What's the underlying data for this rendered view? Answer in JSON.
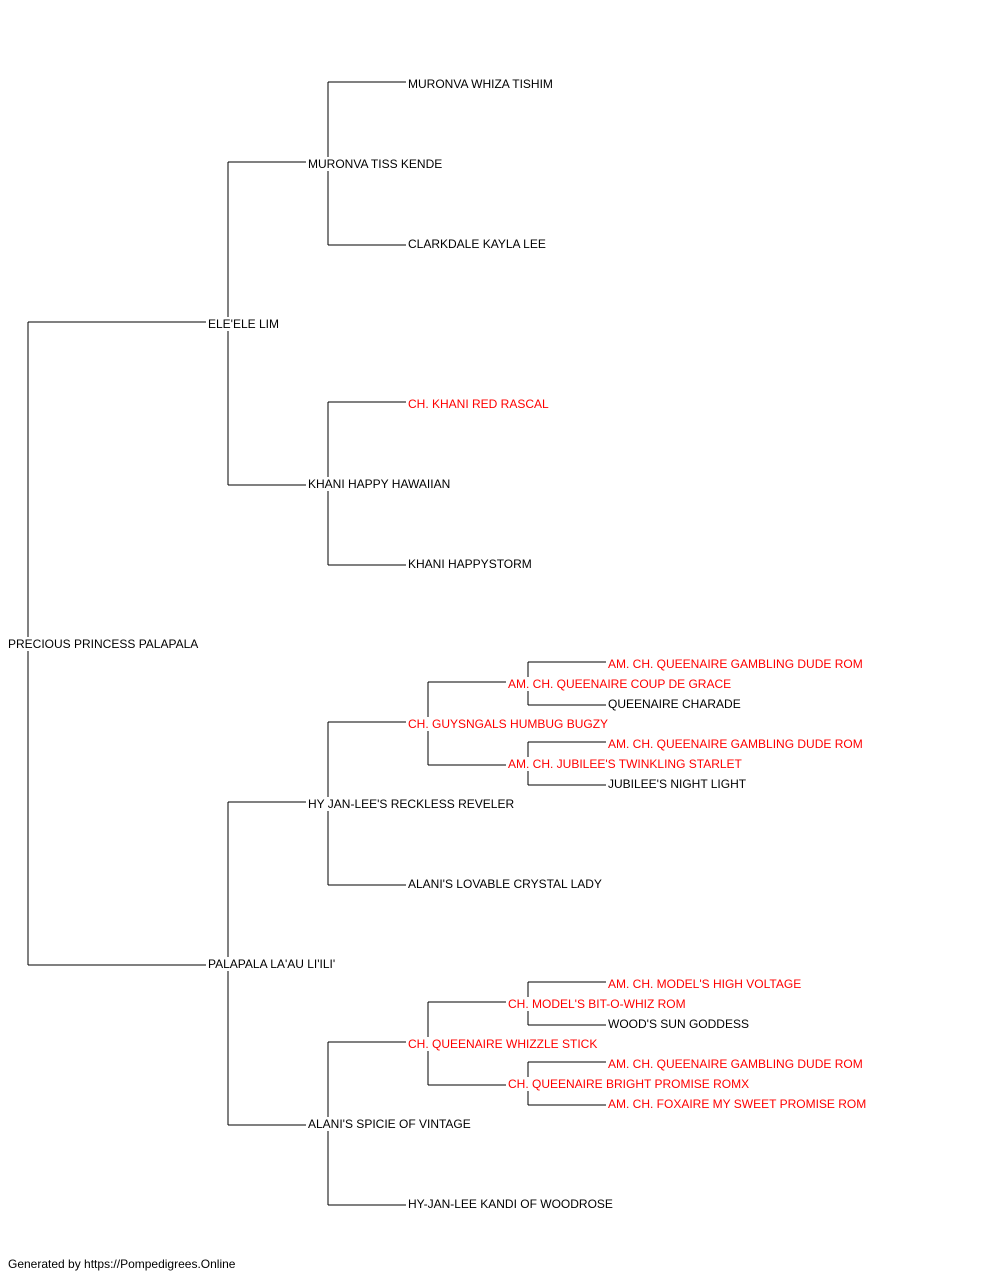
{
  "colors": {
    "champion": "#ff0000",
    "normal": "#000000",
    "line": "#000000"
  },
  "footer": "Generated by https://Pompedigrees.Online",
  "pedigree": {
    "name": "PRECIOUS PRINCESS PALAPALA",
    "champion": false,
    "sire": {
      "name": "ELE'ELE LIM",
      "champion": false,
      "sire": {
        "name": "MURONVA TISS KENDE",
        "champion": false,
        "sire": {
          "name": "MURONVA WHIZA TISHIM",
          "champion": false
        },
        "dam": {
          "name": "CLARKDALE KAYLA LEE",
          "champion": false
        }
      },
      "dam": {
        "name": "KHANI HAPPY HAWAIIAN",
        "champion": false,
        "sire": {
          "name": "CH. KHANI RED RASCAL",
          "champion": true
        },
        "dam": {
          "name": "KHANI HAPPYSTORM",
          "champion": false
        }
      }
    },
    "dam": {
      "name": "PALAPALA LA'AU LI'ILI'",
      "champion": false,
      "sire": {
        "name": "HY JAN-LEE'S RECKLESS REVELER",
        "champion": false,
        "sire": {
          "name": "CH. GUYSNGALS HUMBUG BUGZY",
          "champion": true,
          "sire": {
            "name": "AM. CH. QUEENAIRE COUP DE GRACE",
            "champion": true,
            "sire": {
              "name": "AM. CH. QUEENAIRE GAMBLING DUDE ROM",
              "champion": true
            },
            "dam": {
              "name": "QUEENAIRE CHARADE",
              "champion": false
            }
          },
          "dam": {
            "name": "AM. CH. JUBILEE'S TWINKLING STARLET",
            "champion": true,
            "sire": {
              "name": "AM. CH. QUEENAIRE GAMBLING DUDE ROM",
              "champion": true
            },
            "dam": {
              "name": "JUBILEE'S NIGHT LIGHT",
              "champion": false
            }
          }
        },
        "dam": {
          "name": "ALANI'S LOVABLE CRYSTAL LADY",
          "champion": false
        }
      },
      "dam": {
        "name": "ALANI'S SPICIE OF VINTAGE",
        "champion": false,
        "sire": {
          "name": "CH. QUEENAIRE WHIZZLE STICK",
          "champion": true,
          "sire": {
            "name": "CH. MODEL'S BIT-O-WHIZ ROM",
            "champion": true,
            "sire": {
              "name": "AM. CH. MODEL'S HIGH VOLTAGE",
              "champion": true
            },
            "dam": {
              "name": "WOOD'S SUN GODDESS",
              "champion": false
            }
          },
          "dam": {
            "name": "CH. QUEENAIRE BRIGHT PROMISE ROMX",
            "champion": true,
            "sire": {
              "name": "AM. CH. QUEENAIRE GAMBLING DUDE ROM",
              "champion": true
            },
            "dam": {
              "name": "AM. CH. FOXAIRE MY SWEET PROMISE ROM",
              "champion": true
            }
          }
        },
        "dam": {
          "name": "HY-JAN-LEE KANDI OF WOODROSE",
          "champion": false
        }
      }
    }
  }
}
